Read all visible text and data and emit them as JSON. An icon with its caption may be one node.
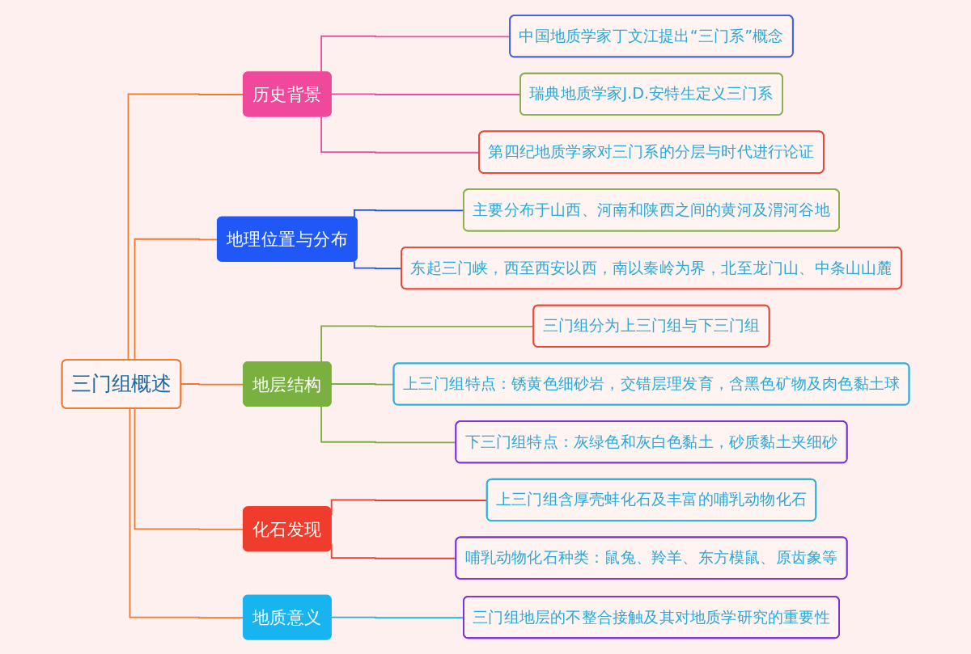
{
  "diagram": {
    "nodes": [
      {
        "text": [
          "三门组概述"
        ]
      },
      {
        "text": [
          "历史背景"
        ]
      },
      {
        "text": [
          "中国地质学家丁文江提出“三门系”概念"
        ]
      },
      {
        "text": [
          "瑞典地质学家J.D.安特生定义三门系"
        ]
      },
      {
        "text": [
          "第四纪地质学家对三门系的分层与时代进行论证"
        ]
      },
      {
        "text": [
          "地理位置与分布"
        ]
      },
      {
        "text": [
          "主要分布于山西、河南和陕西之间的黄河及渭河谷地"
        ]
      },
      {
        "text": [
          "东起三门峡，西至西安以西，南以秦岭为界，北至龙门山、中条山山麓"
        ]
      },
      {
        "text": [
          "地层结构"
        ]
      },
      {
        "text": [
          "三门组分为上三门组与下三门组"
        ]
      },
      {
        "text": [
          "上三门组特点：锈黄色细砂岩，交错层理发育，含黑色矿物及肉色黏土球"
        ]
      },
      {
        "text": [
          "下三门组特点：灰绿色和灰白色黏土，砂质黏土夹细砂"
        ]
      },
      {
        "text": [
          "化石发现"
        ]
      },
      {
        "text": [
          "上三门组含厚壳蚌化石及丰富的哺乳动物化石"
        ]
      },
      {
        "text": [
          "哺乳动物化石种类：鼠兔、羚羊、东方模鼠、原齿象等"
        ]
      },
      {
        "text": [
          "地质意义"
        ]
      },
      {
        "text": [
          "三门组地层的不整合接触及其对地质学研究的重要性"
        ]
      }
    ],
    "edges": [
      {
        "from": 0,
        "to": 1,
        "arrow": "none",
        "color": "#f07830"
      },
      {
        "from": 1,
        "to": 2,
        "arrow": "none",
        "color": "#e8509a"
      },
      {
        "from": 1,
        "to": 3,
        "arrow": "none",
        "color": "#e8509a"
      },
      {
        "from": 1,
        "to": 4,
        "arrow": "none",
        "color": "#e8509a"
      },
      {
        "from": 0,
        "to": 5,
        "arrow": "none",
        "color": "#f07830"
      },
      {
        "from": 5,
        "to": 6,
        "arrow": "none",
        "color": "#2050f0"
      },
      {
        "from": 5,
        "to": 7,
        "arrow": "none",
        "color": "#2050f0"
      },
      {
        "from": 0,
        "to": 8,
        "arrow": "none",
        "color": "#f07830"
      },
      {
        "from": 8,
        "to": 9,
        "arrow": "none",
        "color": "#78b040"
      },
      {
        "from": 8,
        "to": 10,
        "arrow": "none",
        "color": "#78b040"
      },
      {
        "from": 8,
        "to": 11,
        "arrow": "none",
        "color": "#78b040"
      },
      {
        "from": 0,
        "to": 12,
        "arrow": "none",
        "color": "#f07830"
      },
      {
        "from": 12,
        "to": 13,
        "arrow": "none",
        "color": "#e84030"
      },
      {
        "from": 12,
        "to": 14,
        "arrow": "none",
        "color": "#e84030"
      },
      {
        "from": 0,
        "to": 15,
        "arrow": "none",
        "color": "#f07830"
      },
      {
        "from": 15,
        "to": 16,
        "arrow": "none",
        "color": "#20b0e8"
      }
    ]
  }
}
